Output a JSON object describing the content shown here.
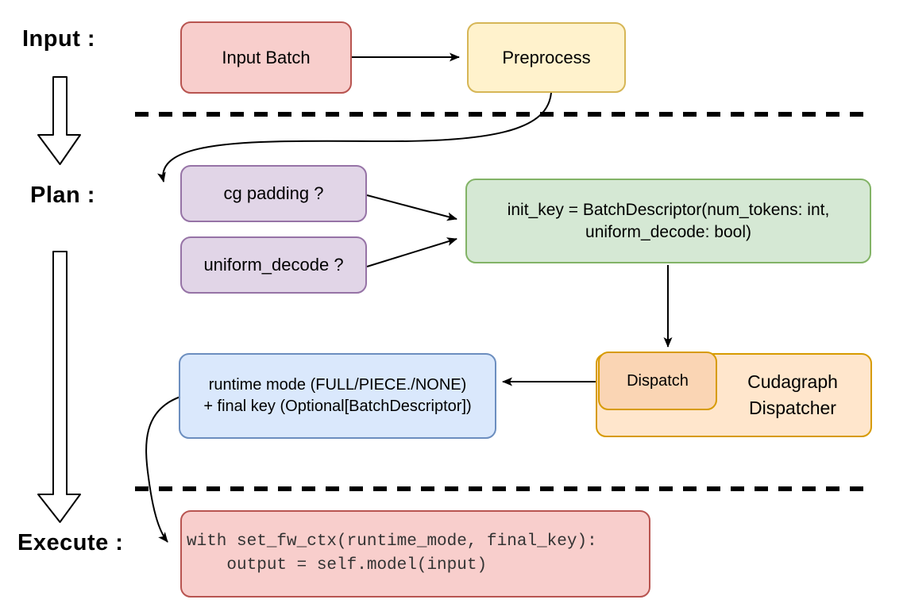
{
  "labels": {
    "input": "Input :",
    "plan": "Plan :",
    "execute": "Execute :"
  },
  "nodes": {
    "input_batch": {
      "label": "Input Batch",
      "fill": "#f8cecc",
      "stroke": "#b85450"
    },
    "preprocess": {
      "label": "Preprocess",
      "fill": "#fff2cc",
      "stroke": "#d6b656"
    },
    "cg_padding": {
      "label": "cg padding ?",
      "fill": "#e1d5e7",
      "stroke": "#9673a6"
    },
    "uniform_decode": {
      "label": "uniform_decode ?",
      "fill": "#e1d5e7",
      "stroke": "#9673a6"
    },
    "init_key": {
      "lines": [
        "init_key = BatchDescriptor(num_tokens: int,",
        "uniform_decode: bool)"
      ],
      "fill": "#d5e8d4",
      "stroke": "#82b366"
    },
    "dispatch": {
      "label": "Dispatch",
      "fill": "#fad5b4",
      "stroke": "#d79b00"
    },
    "cudagraph_dispatcher": {
      "lines": [
        "Cudagraph",
        "Dispatcher"
      ],
      "fill": "#ffe6cc",
      "stroke": "#d79b00"
    },
    "runtime_mode": {
      "lines": [
        "runtime mode (FULL/PIECE./NONE)",
        "+ final key (Optional[BatchDescriptor])"
      ],
      "fill": "#dae8fc",
      "stroke": "#6c8ebf"
    },
    "execute_code": {
      "lines": [
        "with set_fw_ctx(runtime_mode, final_key):",
        "    output = self.model(input)"
      ],
      "fill": "#f8cecc",
      "stroke": "#b85450",
      "text_color": "#333333"
    }
  },
  "connector_color": "#000000"
}
